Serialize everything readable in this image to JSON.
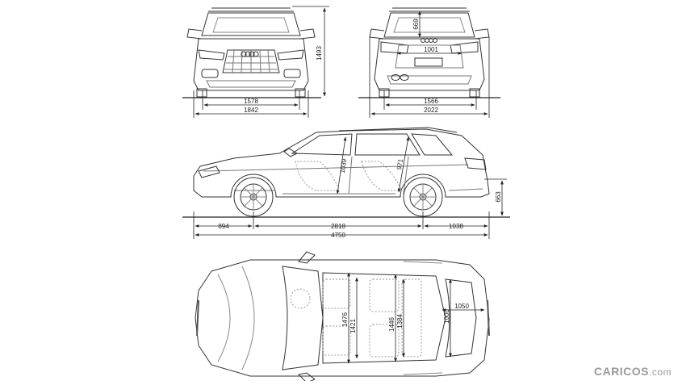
{
  "dimensions": {
    "front_track": "1578",
    "width": "1842",
    "height": "1493",
    "rear_track": "1566",
    "rear_width_mirrors": "2022",
    "rear_upper": "669",
    "rear_hatch_width": "1001",
    "front_overhang": "894",
    "wheelbase": "2818",
    "rear_overhang": "1038",
    "length": "4750",
    "load_sill_height": "663",
    "front_headroom": "1039",
    "rear_headroom": "971",
    "front_shoulder": "1476",
    "front_elbow": "1421",
    "rear_shoulder": "1446",
    "rear_elbow": "1384",
    "cargo_length": "1050",
    "cargo_width": "1000"
  },
  "watermark": {
    "brand": "CARICOS",
    "tld": ".com"
  }
}
